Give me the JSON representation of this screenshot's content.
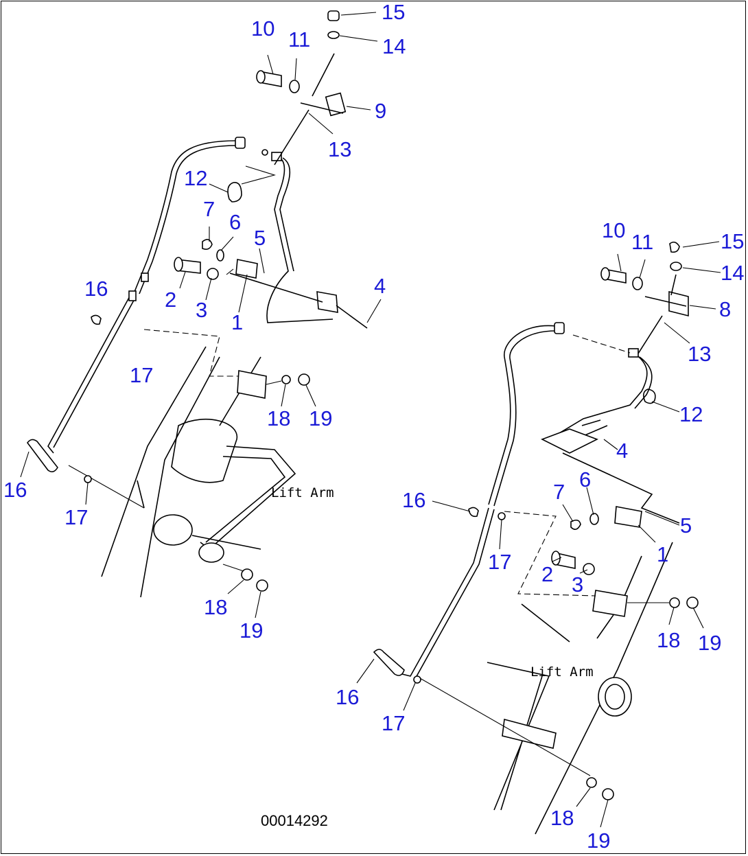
{
  "drawing": {
    "code": "00014292",
    "lift_arm_label_left": "Lift Arm",
    "lift_arm_label_right": "Lift Arm"
  },
  "left_assembly": {
    "callouts": [
      {
        "id": "15",
        "label": "15"
      },
      {
        "id": "14",
        "label": "14"
      },
      {
        "id": "10",
        "label": "10"
      },
      {
        "id": "11",
        "label": "11"
      },
      {
        "id": "9",
        "label": "9"
      },
      {
        "id": "13",
        "label": "13"
      },
      {
        "id": "12",
        "label": "12"
      },
      {
        "id": "7",
        "label": "7"
      },
      {
        "id": "6",
        "label": "6"
      },
      {
        "id": "5",
        "label": "5"
      },
      {
        "id": "4",
        "label": "4"
      },
      {
        "id": "16a",
        "label": "16"
      },
      {
        "id": "2",
        "label": "2"
      },
      {
        "id": "3",
        "label": "3"
      },
      {
        "id": "1",
        "label": "1"
      },
      {
        "id": "17a",
        "label": "17"
      },
      {
        "id": "18a",
        "label": "18"
      },
      {
        "id": "19a",
        "label": "19"
      },
      {
        "id": "16b",
        "label": "16"
      },
      {
        "id": "17b",
        "label": "17"
      },
      {
        "id": "18b",
        "label": "18"
      },
      {
        "id": "19b",
        "label": "19"
      }
    ]
  },
  "right_assembly": {
    "callouts": [
      {
        "id": "10",
        "label": "10"
      },
      {
        "id": "11",
        "label": "11"
      },
      {
        "id": "15",
        "label": "15"
      },
      {
        "id": "14",
        "label": "14"
      },
      {
        "id": "8",
        "label": "8"
      },
      {
        "id": "13",
        "label": "13"
      },
      {
        "id": "12",
        "label": "12"
      },
      {
        "id": "4",
        "label": "4"
      },
      {
        "id": "7",
        "label": "7"
      },
      {
        "id": "6",
        "label": "6"
      },
      {
        "id": "16a",
        "label": "16"
      },
      {
        "id": "5",
        "label": "5"
      },
      {
        "id": "17a",
        "label": "17"
      },
      {
        "id": "1",
        "label": "1"
      },
      {
        "id": "2",
        "label": "2"
      },
      {
        "id": "3",
        "label": "3"
      },
      {
        "id": "18a",
        "label": "18"
      },
      {
        "id": "19a",
        "label": "19"
      },
      {
        "id": "16b",
        "label": "16"
      },
      {
        "id": "17b",
        "label": "17"
      },
      {
        "id": "18b",
        "label": "18"
      },
      {
        "id": "19b",
        "label": "19"
      }
    ]
  }
}
